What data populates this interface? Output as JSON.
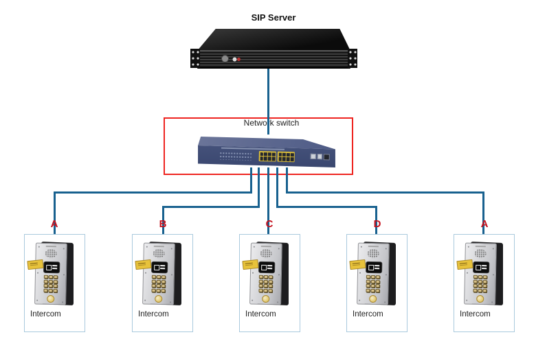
{
  "diagram": {
    "server": {
      "label": "SIP Server"
    },
    "switch": {
      "label": "Network switch"
    },
    "ports": [
      "A",
      "B",
      "C",
      "D",
      "A"
    ],
    "devices": [
      {
        "label": "Intercom"
      },
      {
        "label": "Intercom"
      },
      {
        "label": "Intercom"
      },
      {
        "label": "Intercom"
      },
      {
        "label": "Intercom"
      }
    ],
    "colors": {
      "cable_blue": "#18618f",
      "highlight_red": "#ee2420",
      "port_label_red": "#c5101c",
      "unit_box_border": "#a9c9dd",
      "switch_body": "#49567f",
      "switch_ports_yellow": "#d9bc3a"
    }
  }
}
